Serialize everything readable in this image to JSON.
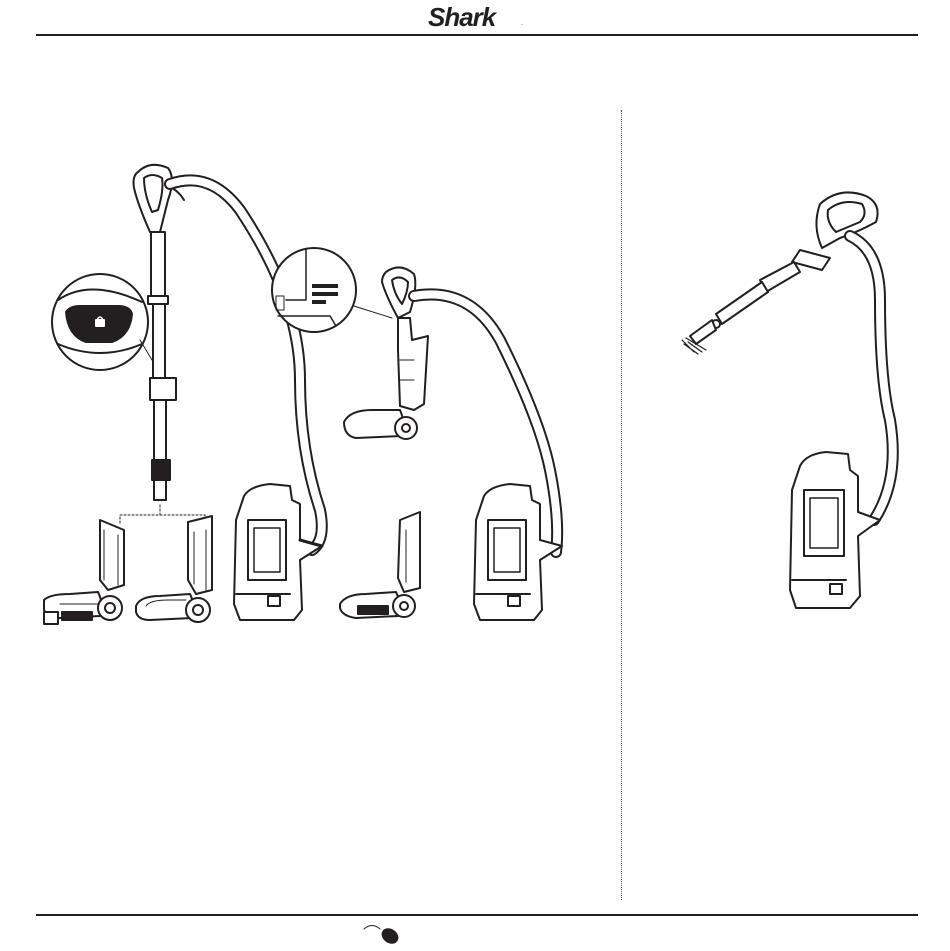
{
  "header": {
    "brand": "Shark",
    "brand_mark": "."
  },
  "illustrations": [
    {
      "name": "vacuum-upright-assembled"
    },
    {
      "name": "lock-button-detail"
    },
    {
      "name": "vacuum-lift-away-mode"
    },
    {
      "name": "wall-clip-detail"
    },
    {
      "name": "vacuum-above-floor-mode"
    }
  ],
  "footer": {
    "icon": "mouse-icon"
  }
}
